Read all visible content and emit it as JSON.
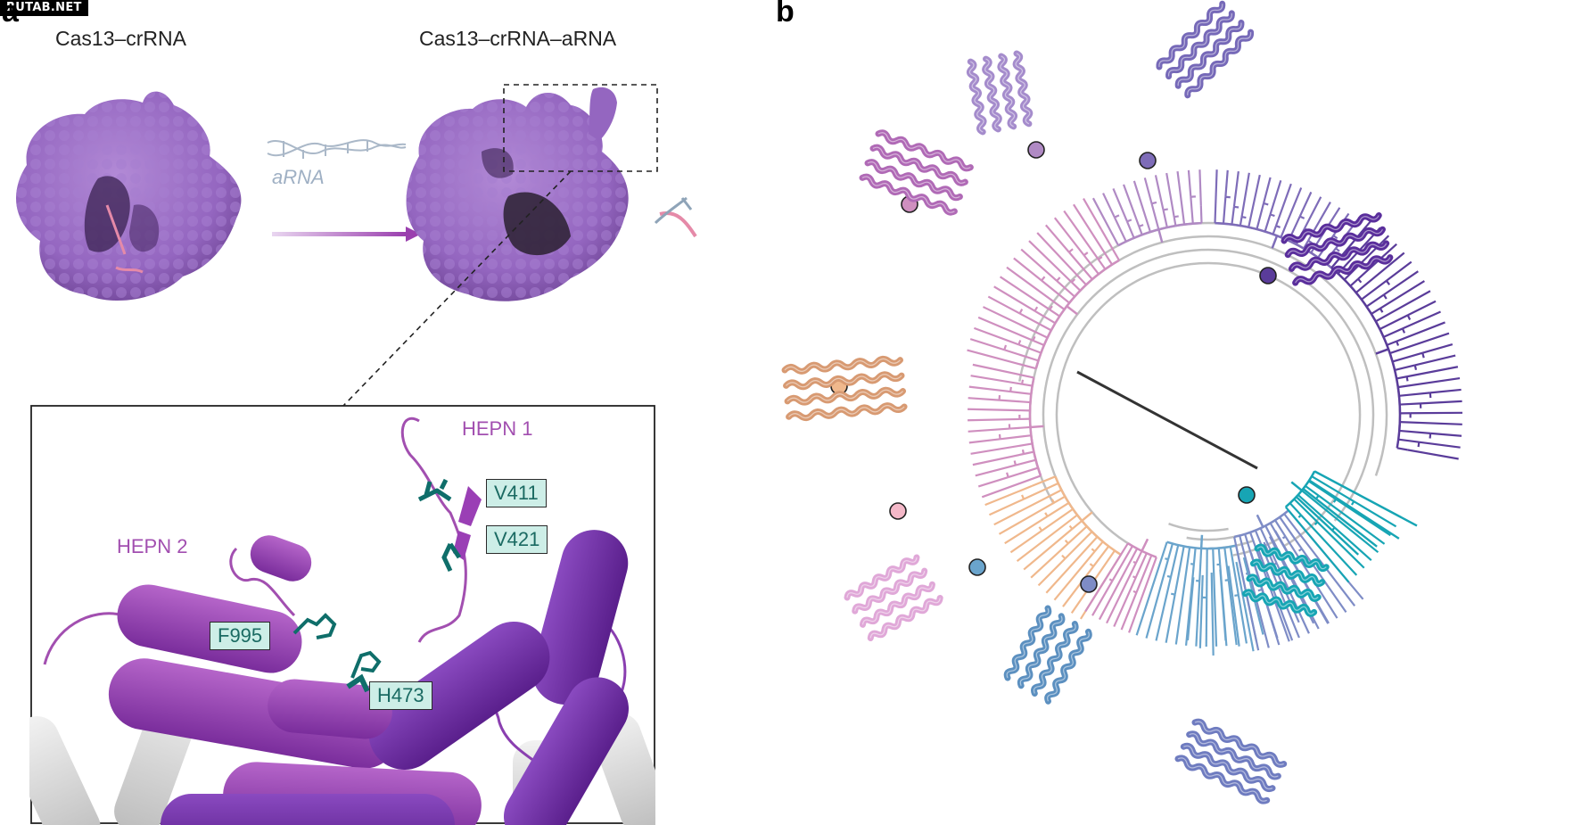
{
  "watermark": "RUTAB.NET",
  "panel_a": {
    "label": "a",
    "state1_title": "Cas13–crRNA",
    "state2_title": "Cas13–crRNA–aRNA",
    "arrow_label": "aRNA",
    "zoom": {
      "hepn1_label": "HEPN 1",
      "hepn2_label": "HEPN 2",
      "residues": [
        "V411",
        "V421",
        "F995",
        "H473"
      ]
    }
  },
  "panel_b": {
    "label": "b"
  },
  "colors": {
    "protein_surface": "#9a6bc4",
    "hepn_purple": "#8a3fb0",
    "residue_teal": "#0f6e6a",
    "clade_violet": "#5a3c9a",
    "clade_lavender": "#7e6cb8",
    "clade_lilac": "#b08ac4",
    "clade_pink": "#cf8fbf",
    "clade_peach": "#f0b88c",
    "clade_steelblue": "#6aa4cc",
    "clade_periwinkle": "#7e8cc6",
    "clade_teal": "#17a5b4",
    "backbone_gray": "#bfbfbf"
  }
}
